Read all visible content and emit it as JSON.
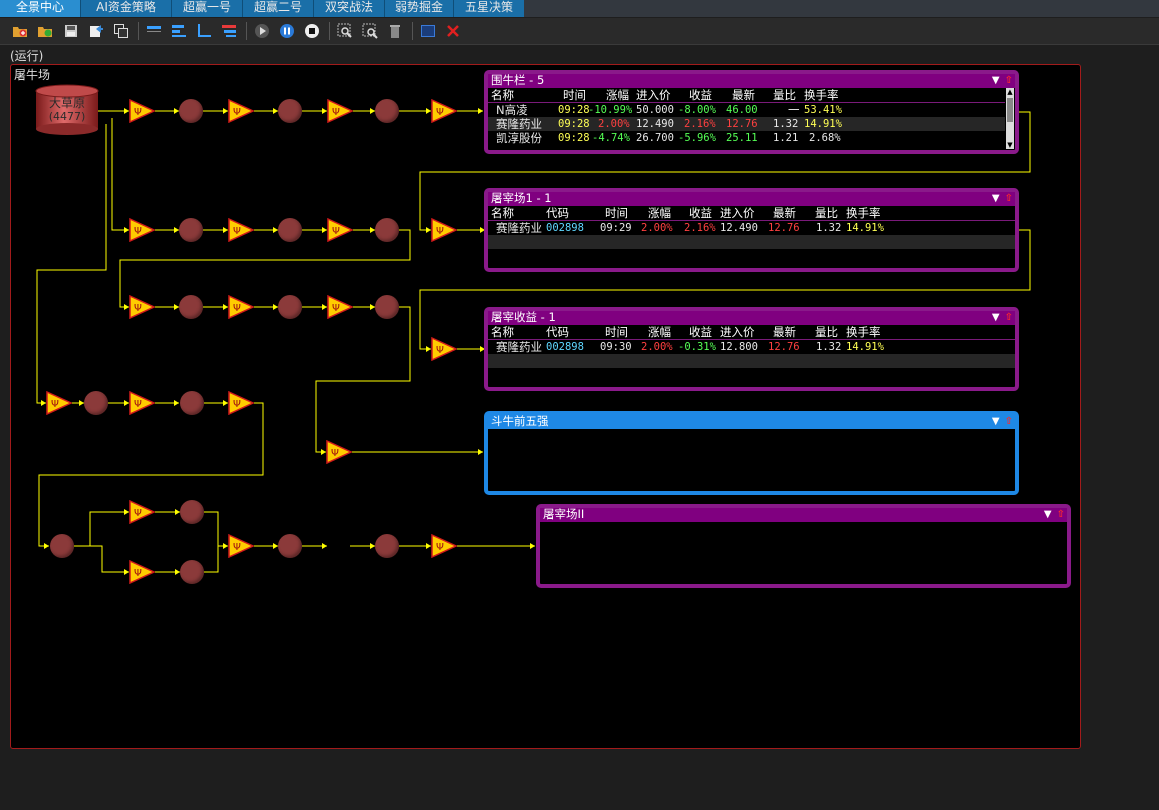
{
  "tabs": [
    {
      "label": "全景中心",
      "active": true
    },
    {
      "label": "AI资金策略",
      "active": false
    },
    {
      "label": "超赢一号",
      "active": false
    },
    {
      "label": "超赢二号",
      "active": false
    },
    {
      "label": "双突战法",
      "active": false
    },
    {
      "label": "弱势掘金",
      "active": false
    },
    {
      "label": "五星决策",
      "active": false
    }
  ],
  "toolbar_icons": [
    "add-folder-icon",
    "open-folder-icon",
    "save-icon",
    "export-icon",
    "copy-window-icon",
    "align-top-icon",
    "align-left-icon",
    "align-bottom-icon",
    "align-right-icon",
    "run-icon",
    "pause-icon",
    "stop-icon",
    "zoom-icon",
    "zoom-fit-icon",
    "delete-icon",
    "fullscreen-icon",
    "close-icon"
  ],
  "status": "(运行)",
  "frame_title": "屠牛场",
  "source_node": {
    "name": "大草原",
    "count": "(4477)"
  },
  "panels": [
    {
      "title": "围牛栏 - 5",
      "headers": [
        "名称",
        "时间",
        "涨幅",
        "进入价",
        "收益",
        "最新",
        "量比",
        "换手率"
      ],
      "rows": [
        {
          "name": "N高凌",
          "time": "09:28",
          "change": "-10.99%",
          "entry": "50.000",
          "gain": "-8.00%",
          "latest": "46.00",
          "vol_ratio": "一",
          "turnover": "53.41%"
        },
        {
          "name": "赛隆药业",
          "time": "09:28",
          "change": "2.00%",
          "entry": "12.490",
          "gain": "2.16%",
          "latest": "12.76",
          "vol_ratio": "1.32",
          "turnover": "14.91%"
        },
        {
          "name": "凯淳股份",
          "time": "09:28",
          "change": "-4.74%",
          "entry": "26.700",
          "gain": "-5.96%",
          "latest": "25.11",
          "vol_ratio": "1.21",
          "turnover": "2.68%"
        }
      ]
    },
    {
      "title": "屠宰场1 - 1",
      "headers": [
        "名称",
        "代码",
        "时间",
        "涨幅",
        "收益",
        "进入价",
        "最新",
        "量比",
        "换手率"
      ],
      "rows": [
        {
          "name": "赛隆药业",
          "code": "002898",
          "time": "09:29",
          "change": "2.00%",
          "gain": "2.16%",
          "entry": "12.490",
          "latest": "12.76",
          "vol_ratio": "1.32",
          "turnover": "14.91%"
        }
      ]
    },
    {
      "title": "屠宰收益 - 1",
      "headers": [
        "名称",
        "代码",
        "时间",
        "涨幅",
        "收益",
        "进入价",
        "最新",
        "量比",
        "换手率"
      ],
      "rows": [
        {
          "name": "赛隆药业",
          "code": "002898",
          "time": "09:30",
          "change": "2.00%",
          "gain": "-0.31%",
          "entry": "12.800",
          "latest": "12.76",
          "vol_ratio": "1.32",
          "turnover": "14.91%"
        }
      ]
    },
    {
      "title": "斗牛前五强",
      "headers": [],
      "rows": []
    },
    {
      "title": "屠宰场II",
      "headers": [],
      "rows": []
    }
  ],
  "panel_controls": {
    "dropdown": "▼",
    "close": "⇧"
  },
  "colors": {
    "panel_border": "#8a1a8a",
    "panel_blue": "#1e88e5",
    "link": "#ffff00",
    "node_fill": "#8b3a3a",
    "filter": "#ffcc00",
    "frame_border": "#a21b1b"
  }
}
